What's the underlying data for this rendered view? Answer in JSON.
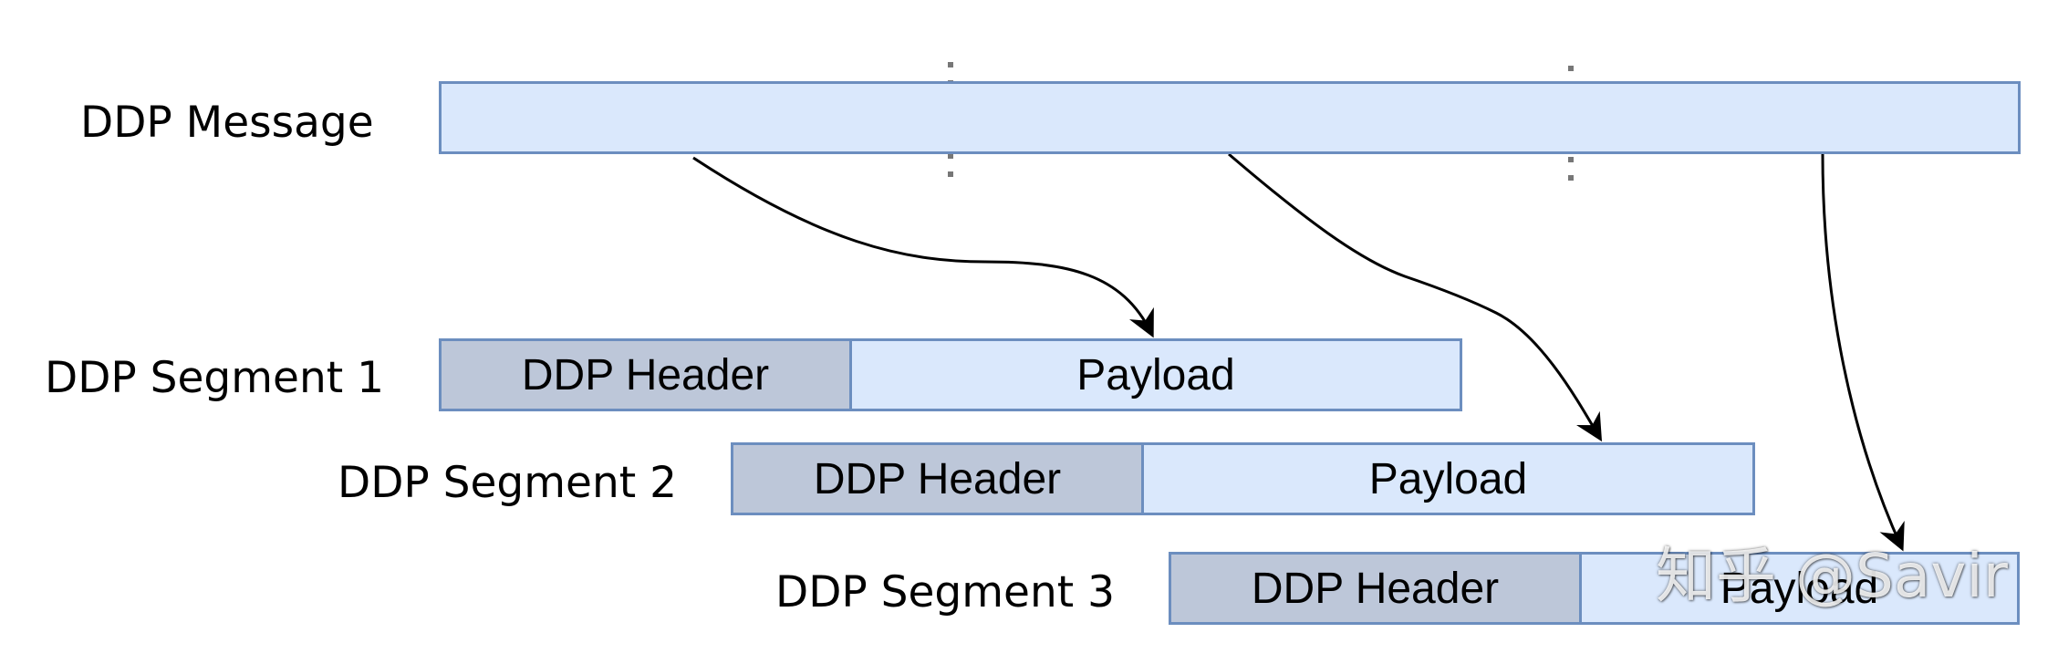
{
  "message": {
    "label": "DDP Message"
  },
  "segments": [
    {
      "label": "DDP Segment 1",
      "header": "DDP Header",
      "payload": "Payload"
    },
    {
      "label": "DDP Segment 2",
      "header": "DDP Header",
      "payload": "Payload"
    },
    {
      "label": "DDP Segment 3",
      "header": "DDP Header",
      "payload": "Payload"
    }
  ],
  "watermark": "知乎 @Savir",
  "colors": {
    "fill": "#dae8fc",
    "header_fill": "#bdc7d9",
    "stroke": "#6c8ebf",
    "arrow": "#000000"
  }
}
